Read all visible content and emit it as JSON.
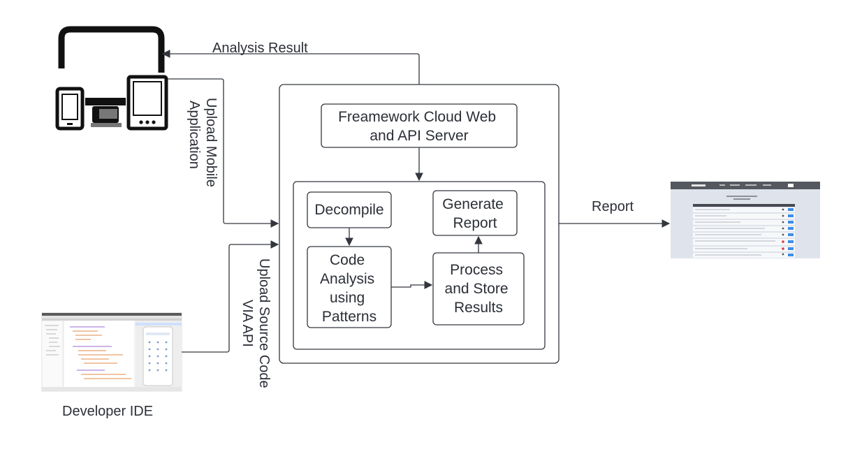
{
  "labels": {
    "analysis_result": "Analysis Result",
    "upload_mobile": [
      "Upload Mobile",
      "Application"
    ],
    "upload_source": [
      "Upload Source Code",
      "VIA API"
    ],
    "report": "Report",
    "developer_ide": "Developer IDE"
  },
  "boxes": {
    "web_api_server": [
      "Freamework Cloud Web",
      "and API Server"
    ],
    "decompile": [
      "Decompile"
    ],
    "generate_report": [
      "Generate",
      "Report"
    ],
    "code_analysis": [
      "Code",
      "Analysis",
      "using",
      "Patterns"
    ],
    "process_store": [
      "Process",
      "and Store",
      "Results"
    ]
  },
  "icons": {
    "devices": "mobile-desktop-tablet-icon",
    "ide": "ide-screenshot-thumbnail",
    "report": "report-screenshot-thumbnail"
  },
  "colors": {
    "stroke": "#33373d",
    "text": "#2b2f36",
    "accent": "#2f7de0"
  }
}
